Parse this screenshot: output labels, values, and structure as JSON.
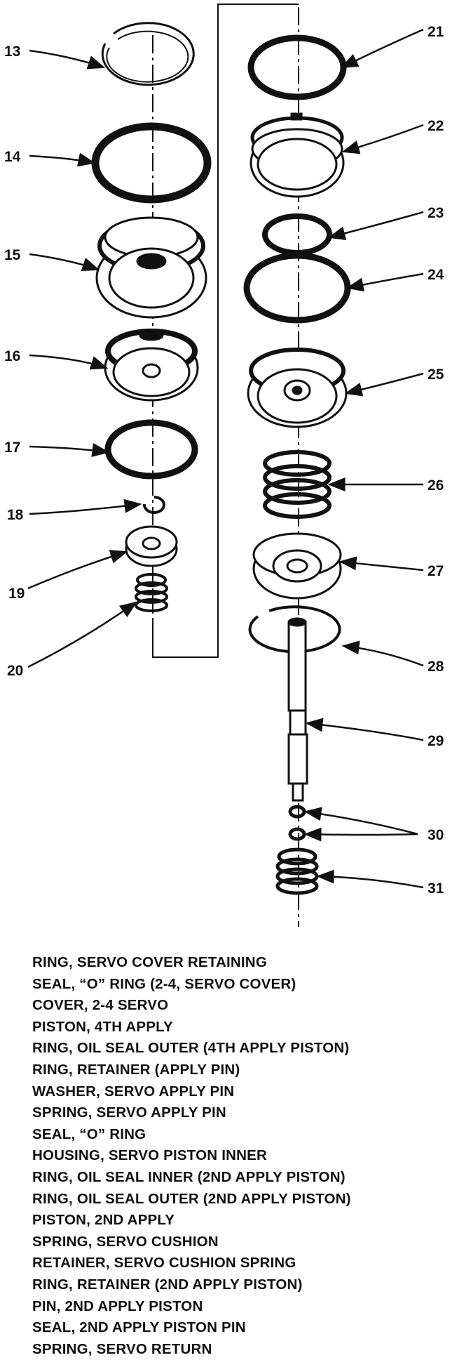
{
  "callouts": {
    "c13": "13",
    "c14": "14",
    "c15": "15",
    "c16": "16",
    "c17": "17",
    "c18": "18",
    "c19": "19",
    "c20": "20",
    "c21": "21",
    "c22": "22",
    "c23": "23",
    "c24": "24",
    "c25": "25",
    "c26": "26",
    "c27": "27",
    "c28": "28",
    "c29": "29",
    "c30": "30",
    "c31": "31"
  },
  "parts": [
    "RING, SERVO COVER RETAINING",
    "SEAL, “O” RING (2-4, SERVO COVER)",
    "COVER, 2-4 SERVO",
    "PISTON, 4TH APPLY",
    "RING, OIL SEAL OUTER (4TH APPLY PISTON)",
    "RING, RETAINER (APPLY PIN)",
    "WASHER, SERVO APPLY PIN",
    "SPRING, SERVO APPLY PIN",
    "SEAL, “O” RING",
    "HOUSING, SERVO PISTON INNER",
    "RING, OIL SEAL INNER (2ND APPLY PISTON)",
    "RING, OIL SEAL OUTER (2ND APPLY PISTON)",
    "PISTON, 2ND APPLY",
    "SPRING, SERVO CUSHION",
    "RETAINER, SERVO CUSHION SPRING",
    "RING, RETAINER (2ND APPLY PISTON)",
    "PIN, 2ND APPLY PISTON",
    "SEAL, 2ND APPLY PISTON PIN",
    "SPRING, SERVO RETURN"
  ]
}
